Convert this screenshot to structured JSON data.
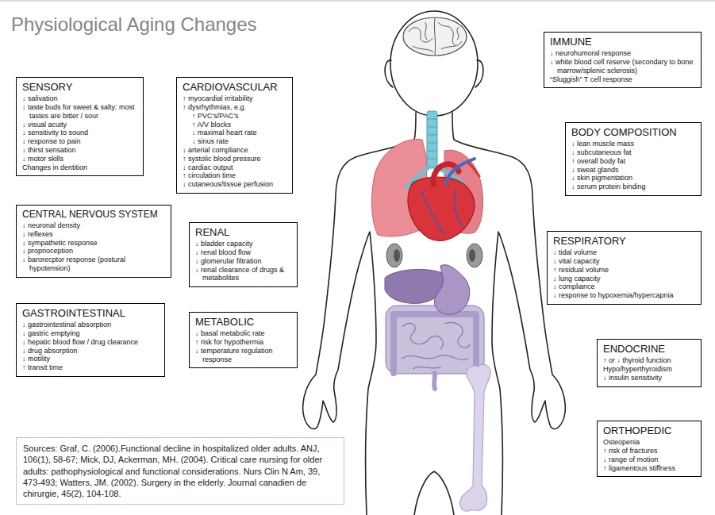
{
  "diagram": {
    "title": "Physiological Aging Changes",
    "nodes": [
      {
        "text": [
          "IMMUNE",
          "↓ neurohumoral response",
          "↓ white blood cell reserve (secondary to bone marrow/splenic sclerosis)",
          "“Sluggish” T cell response"
        ]
      },
      {
        "text": [
          "SENSORY",
          "↓ salivation",
          "↓ taste buds for sweet & salty: most tastes are bitter / sour",
          "↓ visual acuity",
          "↓ sensitivity to sound",
          "↓ response to pain",
          "↓ thirst sensation",
          "↓ motor skills",
          "Changes in dentition"
        ]
      },
      {
        "text": [
          "CARDIOVASCULAR",
          "↑ myocardial irritability",
          "↑ dysrhythmias, e.g.",
          "↑ PVC’s/PAC’s",
          "↑ A/V blocks",
          "↓ maximal heart rate",
          "↓ sinus rate",
          "↓ arterial compliance",
          "↑ systolic blood pressure",
          "↓ cardiac output",
          "↑ circulation time",
          "↓ cutaneous/tissue perfusion"
        ]
      },
      {
        "text": [
          "BODY COMPOSITION",
          "↓ lean muscle mass",
          "↓ subcutaneous fat",
          "↑ overall body fat",
          "↓ sweat glands",
          "↓ skin pigmentation",
          "↓ serum protein binding"
        ]
      },
      {
        "text": [
          "CENTRAL NERVOUS SYSTEM",
          "↓ neuronal density",
          "↓ reflexes",
          "↓ sympathetic response",
          "↓ proprioception",
          "↓ barorecptor response (postural hypotension)"
        ]
      },
      {
        "text": [
          "RENAL",
          "↓ bladder capacity",
          "↓ renal blood flow",
          "↓ glomerular filtration",
          "↓ renal clearance of drugs & metabolites"
        ]
      },
      {
        "text": [
          "RESPIRATORY",
          "↓ tidal volume",
          "↓ vital capacity",
          "↑ residual volume",
          "↓ lung capacity",
          "↓ compliance",
          "↓ response to hypoxemia/hypercapnia"
        ]
      },
      {
        "text": [
          "GASTROINTESTINAL",
          "↓ gastrointestinal absorption",
          "↓ gastric emptying",
          "↓ hepatic blood flow / drug clearance",
          "↓ drug absorption",
          "↓ motility",
          "↑ transit time"
        ]
      },
      {
        "text": [
          "METABOLIC",
          "↓ basal metabolic rate",
          "↑ risk for hypothermia",
          "↓ temperature regulation response"
        ]
      },
      {
        "text": [
          "ENDOCRINE",
          "↑ or ↓ thyroid function",
          "Hypo/hyperthyroidism",
          "↓ insulin sensitivity"
        ]
      },
      {
        "text": [
          "ORTHOPEDIC",
          "Osteopenia",
          "↑ risk of fractures",
          "↓ range of motion",
          "↑ ligamentous stiffness"
        ]
      },
      {
        "text": [
          "Sources: Graf, C. (2006).Functional decline in hospitalized older adults. ANJ, 106(1), 58-67; Mick, DJ, Ackerman, MH. (2004). Critical care nursing for older adults: pathophysiological and functional considerations. Nurs Clin N Am, 39, 473-493; Watters, JM. (2002). Surgery in the elderly. Journal canadien de chirurgie, 45(2), 104-108."
        ]
      }
    ],
    "edges": []
  }
}
